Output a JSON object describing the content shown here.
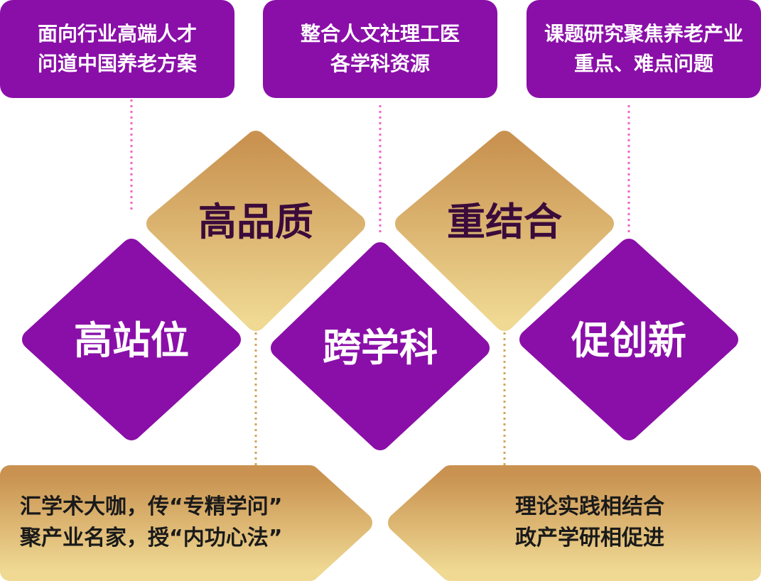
{
  "colors": {
    "purple": "#8a0fa8",
    "gold_top": "#c99250",
    "gold_bottom": "#efd993",
    "pink_dots": "#f266c8",
    "gold_dots": "#d1a55c",
    "dark_text": "#3b0b3b"
  },
  "top_boxes": [
    {
      "line1": "面向行业高端人才",
      "line2": "问道中国养老方案"
    },
    {
      "line1": "整合人文社理工医",
      "line2": "各学科资源"
    },
    {
      "line1": "课题研究聚焦养老产业",
      "line2": "重点、难点问题"
    }
  ],
  "gold_diamonds": [
    "高品质",
    "重结合"
  ],
  "purple_diamonds": [
    "高站位",
    "跨学科",
    "促创新"
  ],
  "bottom_boxes": [
    {
      "line1": "汇学术大咖，传“专精学问”",
      "line2": "聚产业名家，授“内功心法”"
    },
    {
      "line1": "理论实践相结合",
      "line2": "政产学研相促进"
    }
  ]
}
